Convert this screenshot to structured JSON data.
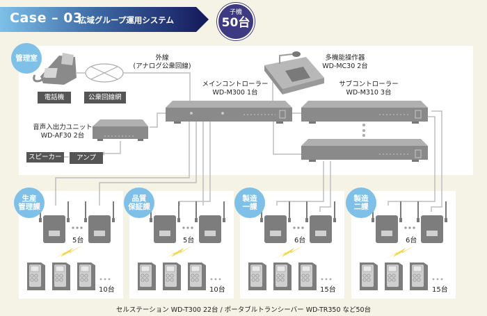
{
  "banner": {
    "case_label": "Case – 03",
    "title": "広域グループ運用システム",
    "gradient_start": "#7ec0e8",
    "gradient_end": "#1b1f5a"
  },
  "badge": {
    "line1": "子機",
    "line2": "50台",
    "color": "#3d3a82"
  },
  "control_room": {
    "bubble": "管理室",
    "telephone_label": "電話機",
    "public_network_label": "公衆回線網",
    "outside_line_label_1": "外線",
    "outside_line_label_2": "(アナログ公衆回線)",
    "audio_unit_label_1": "音声入出力ユニット",
    "audio_unit_label_2": "WD-AF30 2台",
    "speaker_label": "スピーカー",
    "amp_label": "アンプ",
    "main_controller_label_1": "メインコントローラー",
    "main_controller_label_2": "WD-M300 1台",
    "console_label_1": "多機能操作器",
    "console_label_2": "WD-MC30 2台",
    "sub_controller_label_1": "サブコントローラー",
    "sub_controller_label_2": "WD-M310 3台"
  },
  "departments": [
    {
      "bubble_1": "生産",
      "bubble_2": "管理課",
      "base_count": "5台",
      "terminal_count": "10台"
    },
    {
      "bubble_1": "品質",
      "bubble_2": "保証課",
      "base_count": "5台",
      "terminal_count": "10台"
    },
    {
      "bubble_1": "製造",
      "bubble_2": "一課",
      "base_count": "6台",
      "terminal_count": "15台"
    },
    {
      "bubble_1": "製造",
      "bubble_2": "二課",
      "base_count": "6台",
      "terminal_count": "15台"
    }
  ],
  "footer": "セルステーション WD-T300 22台 / ポータブルトランシーバー WD-TR350 など50台",
  "colors": {
    "background": "#f5f2e6",
    "panel": "#ffffff",
    "bubble": "#7ec0e8",
    "device": "#8a8a8a",
    "wire": "#bdbdbd",
    "lightning": "#f5d54a"
  }
}
